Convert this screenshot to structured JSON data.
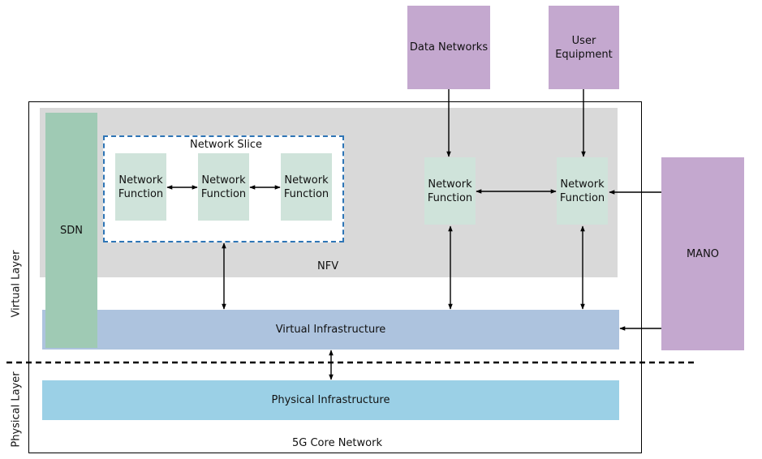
{
  "nfv_label": "NFV",
  "network_slice_label": "Network Slice",
  "sdn_label": "SDN",
  "mano_label": "MANO",
  "data_networks_label": "Data Networks",
  "user_equipment_label": "User\nEquipment",
  "network_function_label": "Network\nFunction",
  "virtual_infrastructure_label": "Virtual Infrastructure",
  "physical_infrastructure_label": "Physical Infrastructure",
  "core_network_label": "5G Core Network",
  "virtual_layer_label": "Virtual Layer",
  "physical_layer_label": "Physical Layer",
  "colors": {
    "nfv_background": "#d9d9d9",
    "network_function": "#cfe3da",
    "sdn": "#9fcab4",
    "external_entity": "#c4a8cf",
    "virtual_infrastructure": "#adc3de",
    "physical_infrastructure": "#9bd0e6",
    "slice_border": "#2e75b6"
  }
}
